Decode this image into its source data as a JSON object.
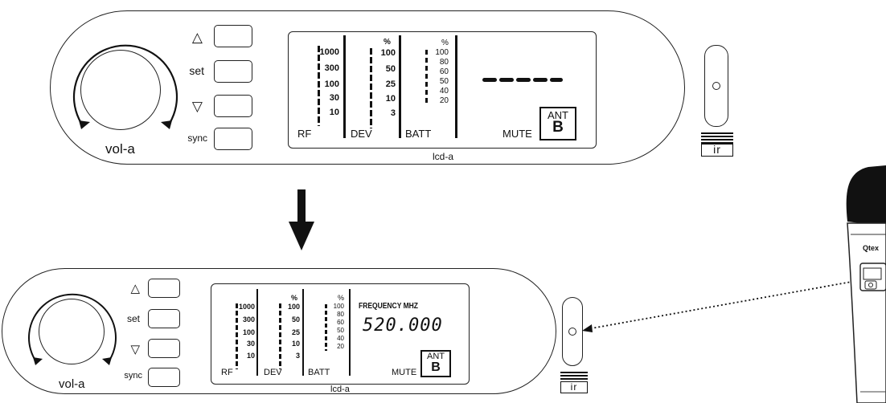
{
  "receiver": {
    "volume_label": "vol-a",
    "button_labels": {
      "up": "△",
      "set": "set",
      "down": "▽",
      "sync": "sync"
    },
    "lcd_label": "lcd-a",
    "rf": {
      "label": "RF",
      "scale": [
        "1000",
        "300",
        "100",
        "30",
        "10"
      ]
    },
    "dev": {
      "label": "DEV",
      "unit": "%",
      "scale": [
        "100",
        "50",
        "25",
        "10",
        "3"
      ]
    },
    "batt": {
      "label": "BATT",
      "unit": "%",
      "scale": [
        "100",
        "80",
        "60",
        "50",
        "40",
        "20"
      ]
    },
    "mute_label": "MUTE",
    "ant_label": "ANT",
    "ant_value": "B",
    "ir_label": "ir"
  },
  "display_after": {
    "frequency_label": "FREQUENCY MHZ",
    "frequency_value": "520.000"
  },
  "microphone": {
    "brand": "Qtex"
  }
}
